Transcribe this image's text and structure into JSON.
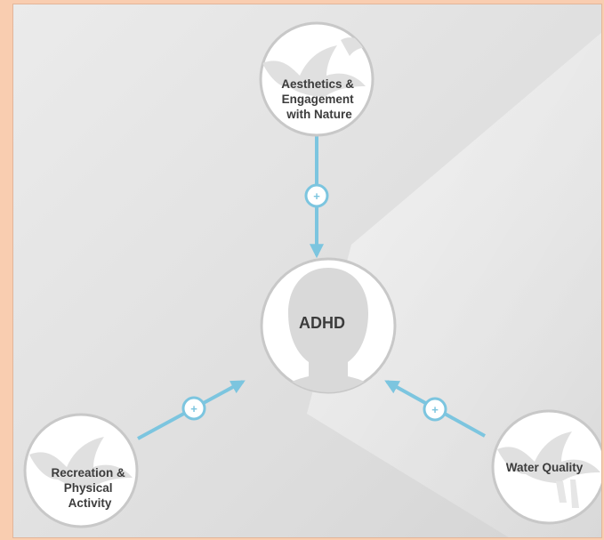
{
  "center": {
    "label": "ADHD"
  },
  "factors": [
    {
      "id": "aesthetics",
      "lines": [
        "Aesthetics &",
        "Engagement",
        "with Nature"
      ],
      "sign": "+"
    },
    {
      "id": "recreation",
      "lines": [
        "Recreation &",
        "Physical",
        "Activity"
      ],
      "sign": "+"
    },
    {
      "id": "water",
      "lines": [
        "Water Quality"
      ],
      "sign": "+"
    }
  ],
  "colors": {
    "connector": "#7cc5df",
    "node_fill": "#ffffff",
    "node_border": "#c8c8c8",
    "silhouette": "#d9d9d9",
    "frame_outer": "#f9cdb0"
  }
}
